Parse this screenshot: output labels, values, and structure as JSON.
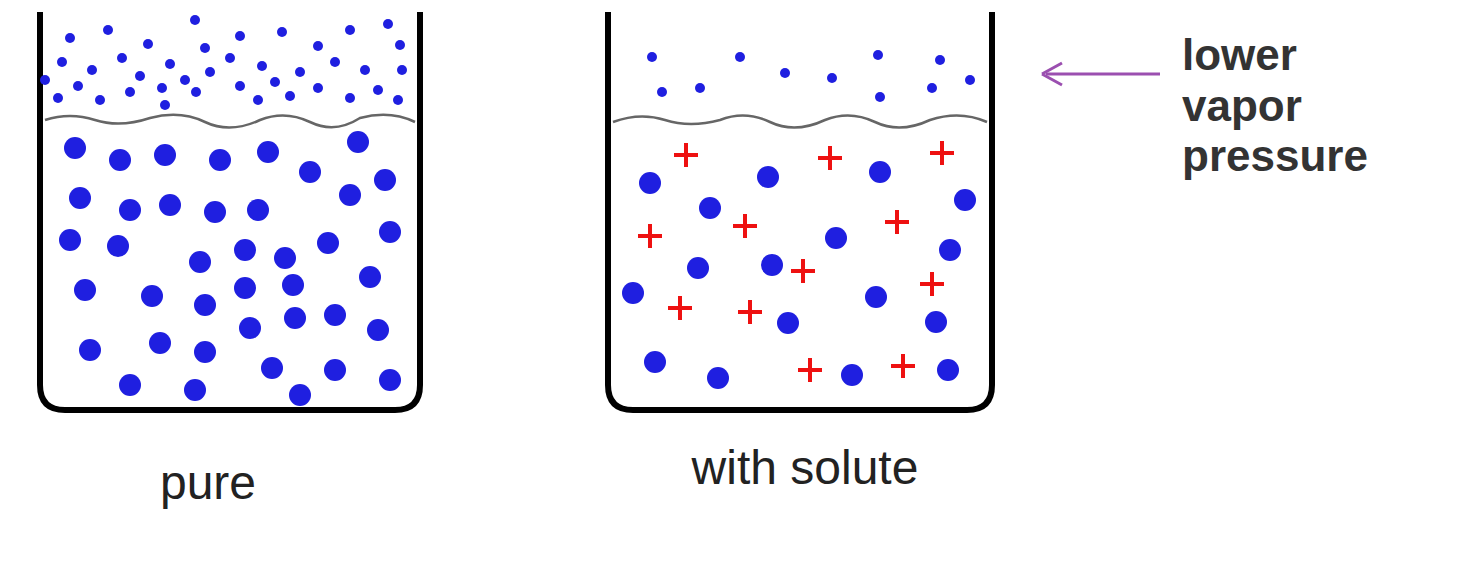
{
  "diagram": {
    "labels": [
      "pure",
      "with solute",
      "lower vapor pressure"
    ]
  }
}
